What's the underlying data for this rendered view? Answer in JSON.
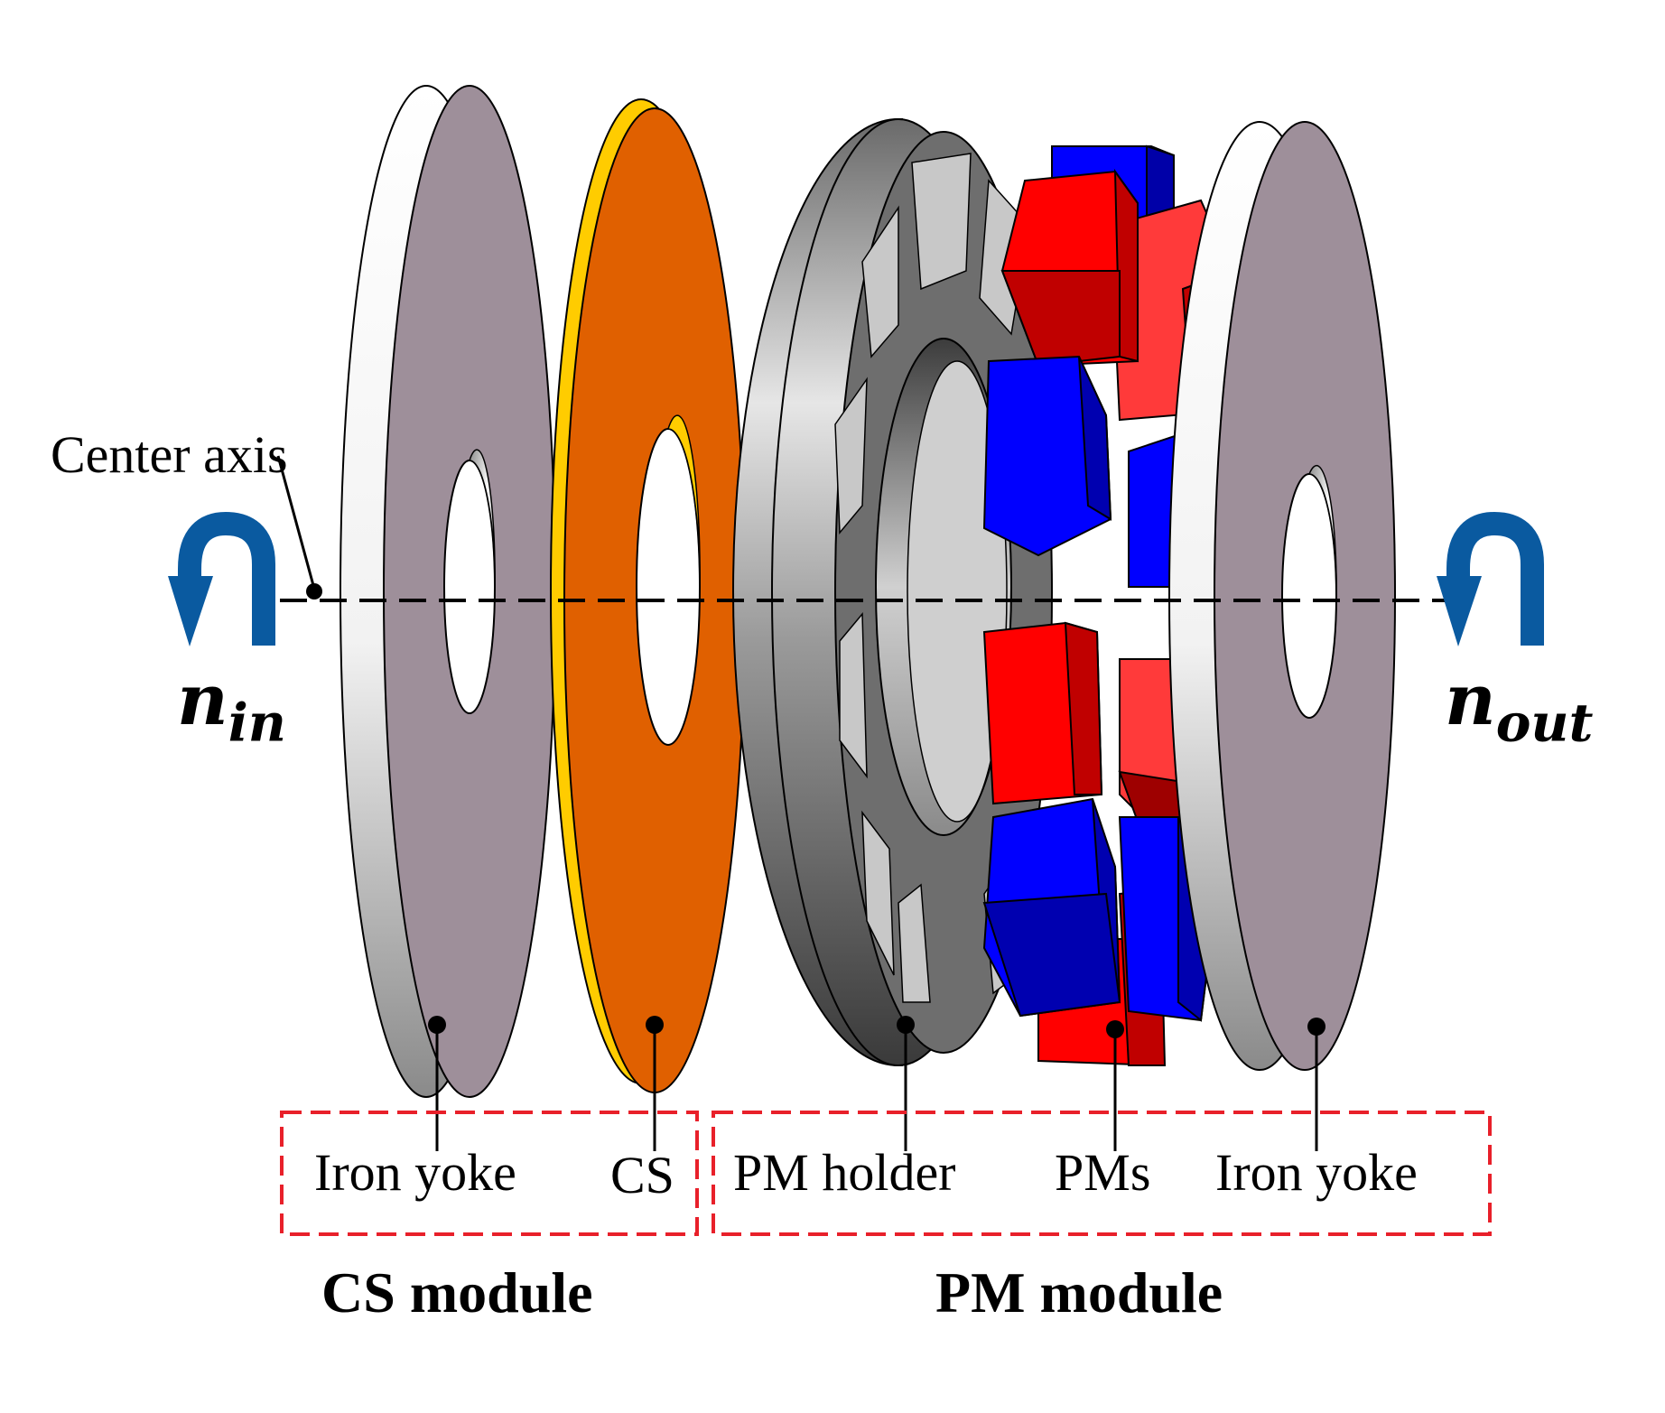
{
  "labels": {
    "center_axis": "Center axis",
    "n_in": {
      "base": "n",
      "sub": "in"
    },
    "n_out": {
      "base": "n",
      "sub": "out"
    },
    "iron_yoke_left": "Iron yoke",
    "cs": "CS",
    "pm_holder": "PM holder",
    "pms": "PMs",
    "iron_yoke_right": "Iron yoke",
    "cs_module": "CS module",
    "pm_module": "PM module"
  },
  "colors": {
    "iron_yoke_face": "#9e8f9a",
    "cs_face": "#e06000",
    "cs_rim": "#ffcc00",
    "pm_holder": "#6e6e6e",
    "pm_red": "#ff0000",
    "pm_blue": "#0000ff",
    "arrow": "#0a5aa0",
    "module_box": "#e8202a"
  }
}
